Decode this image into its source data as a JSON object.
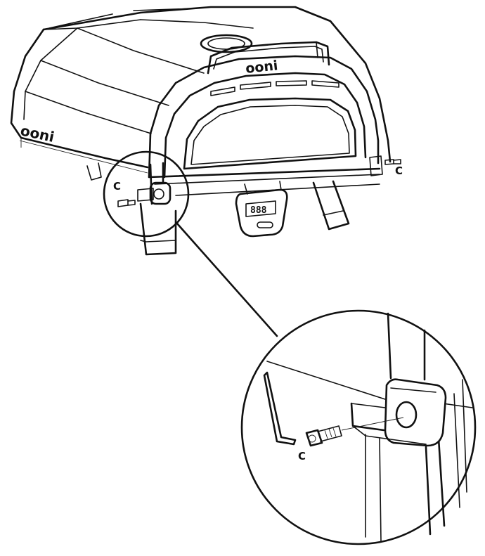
{
  "labels": {
    "part_c_right": "C",
    "part_c_left": "C",
    "part_c_detail": "C"
  },
  "logos": {
    "side_logo": "ooni",
    "handle_logo": "ooni"
  },
  "display_digits": "888",
  "colors": {
    "line": "#111111",
    "background": "#ffffff"
  }
}
